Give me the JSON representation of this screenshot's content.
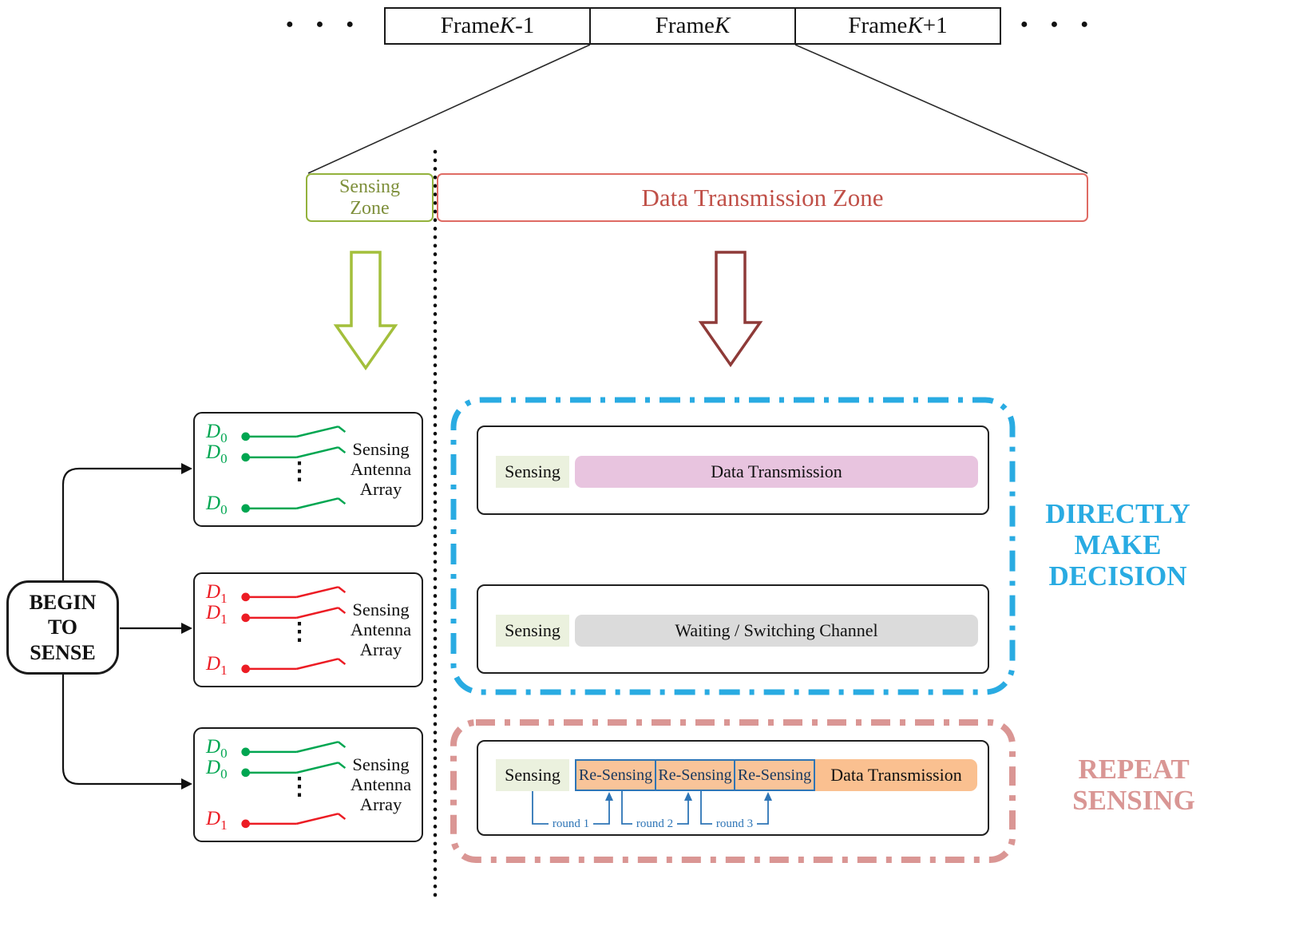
{
  "colors": {
    "antenna_on_green": "#00A651",
    "antenna_off_red": "#EC1C24",
    "sensing_zone_olive": "#7E8F3B",
    "data_zone_red": "#C05048",
    "decision_blue": "#29ABE2",
    "repeat_salmon": "#D99694",
    "sensing_chip_bg": "#EBF1DE",
    "data_transmission_pink": "#E8C4DF",
    "waiting_gray": "#DBDBDB",
    "resensing_orange": "#F9C499",
    "resensing_border_blue": "#2E75B6"
  },
  "timeline": {
    "left_dots": "●●●",
    "right_dots": "●●●",
    "frames": [
      {
        "prefix": "Frame ",
        "k": "K",
        "suffix": "-1"
      },
      {
        "prefix": "Frame ",
        "k": "K",
        "suffix": ""
      },
      {
        "prefix": "Frame ",
        "k": "K",
        "suffix": "+1"
      }
    ]
  },
  "zones": {
    "sensing_line1": "Sensing",
    "sensing_line2": "Zone",
    "data_transmission": "Data Transmission Zone"
  },
  "begin_box": {
    "line1": "BEGIN",
    "line2": "TO",
    "line3": "SENSE"
  },
  "antenna_caption": {
    "line1": "Sensing",
    "line2": "Antenna",
    "line3": "Array"
  },
  "vdots": "⋮",
  "antenna_boxes": [
    {
      "rows": [
        {
          "base": "D",
          "sub": "0"
        },
        {
          "base": "D",
          "sub": "0"
        },
        {
          "base": "D",
          "sub": "0"
        }
      ]
    },
    {
      "rows": [
        {
          "base": "D",
          "sub": "1"
        },
        {
          "base": "D",
          "sub": "1"
        },
        {
          "base": "D",
          "sub": "1"
        }
      ]
    },
    {
      "rows": [
        {
          "base": "D",
          "sub": "0"
        },
        {
          "base": "D",
          "sub": "0"
        },
        {
          "base": "D",
          "sub": "1"
        }
      ]
    }
  ],
  "decision": {
    "label_line1": "DIRECTLY",
    "label_line2": "MAKE",
    "label_line3": "DECISION",
    "row1_sensing": "Sensing",
    "row1_bar": "Data Transmission",
    "row2_sensing": "Sensing",
    "row2_bar": "Waiting / Switching Channel"
  },
  "repeat": {
    "label_line1": "REPEAT",
    "label_line2": "SENSING",
    "sensing": "Sensing",
    "resensing": [
      "Re-Sensing",
      "Re-Sensing",
      "Re-Sensing"
    ],
    "bar": "Data Transmission",
    "rounds": [
      "round 1",
      "round 2",
      "round 3"
    ]
  }
}
